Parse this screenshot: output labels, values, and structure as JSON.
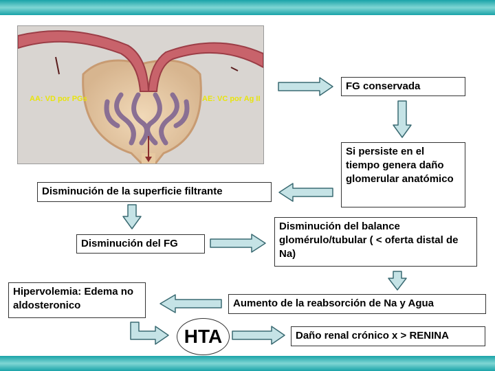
{
  "illustration": {
    "label_left": "AA: VD por PGs",
    "label_right": "AE: VC por Ag II"
  },
  "boxes": {
    "fg_conservada": "FG conservada",
    "persiste": "Si persiste en el tiempo genera daño glomerular anatómico",
    "superficie": "Disminución de la superficie filtrante",
    "balance": "Disminución del balance glomérulo/tubular ( < oferta distal de Na)",
    "dism_fg": "Disminución del FG",
    "reabsorcion": "Aumento de la reabsorción de Na y  Agua",
    "hipervolemia": "Hipervolemia: Edema no aldosteronico",
    "hta": "HTA",
    "dano": "Daño renal crónico x > RENINA"
  },
  "colors": {
    "arrow_fill": "#c5e3e6",
    "arrow_stroke": "#3a6a72",
    "band": "#1aa3a8"
  }
}
